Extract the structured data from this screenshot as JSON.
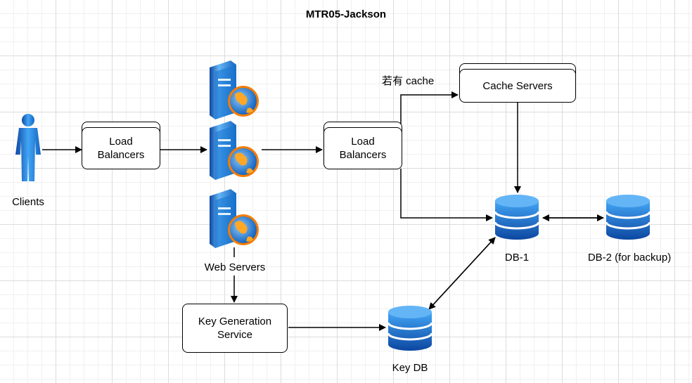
{
  "title": "MTR05-Jackson",
  "nodes": {
    "clients": "Clients",
    "lb1": "Load\nBalancers",
    "web_servers": "Web Servers",
    "lb2": "Load\nBalancers",
    "cache_label": "若有 cache",
    "cache_servers": "Cache Servers",
    "db1": "DB-1",
    "db2": "DB-2 (for backup)",
    "key_gen": "Key Generation\nService",
    "key_db": "Key DB"
  },
  "icons": {
    "user": "user-icon",
    "web_server": "web-server-icon",
    "database": "database-icon"
  },
  "colors": {
    "icon_blue": "#1565C0",
    "icon_light_blue": "#42A5F5",
    "globe_orange": "#F57C00"
  }
}
